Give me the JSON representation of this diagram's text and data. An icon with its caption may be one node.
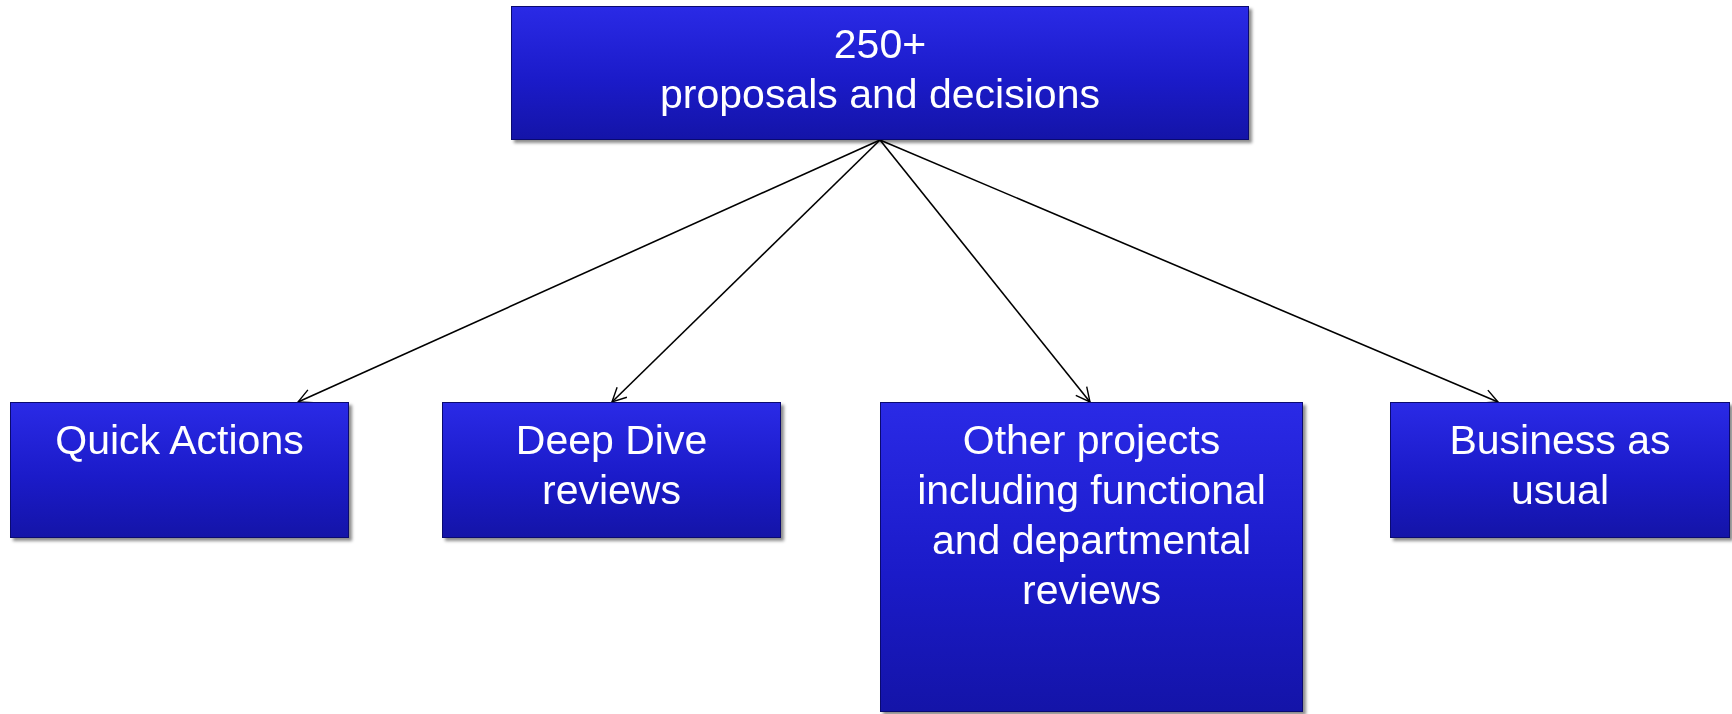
{
  "diagram": {
    "nodes": [
      {
        "text": [
          "250+",
          "proposals and decisions"
        ]
      },
      {
        "text": [
          "Quick Actions"
        ]
      },
      {
        "text": [
          "Deep Dive reviews"
        ]
      },
      {
        "text": [
          "Other projects including functional and departmental reviews"
        ]
      },
      {
        "text": [
          "Business as usual"
        ]
      }
    ],
    "edges": [
      {
        "from": 0,
        "to": 1,
        "arrow": "to"
      },
      {
        "from": 0,
        "to": 2,
        "arrow": "to"
      },
      {
        "from": 0,
        "to": 3,
        "arrow": "to"
      },
      {
        "from": 0,
        "to": 4,
        "arrow": "to"
      }
    ]
  }
}
